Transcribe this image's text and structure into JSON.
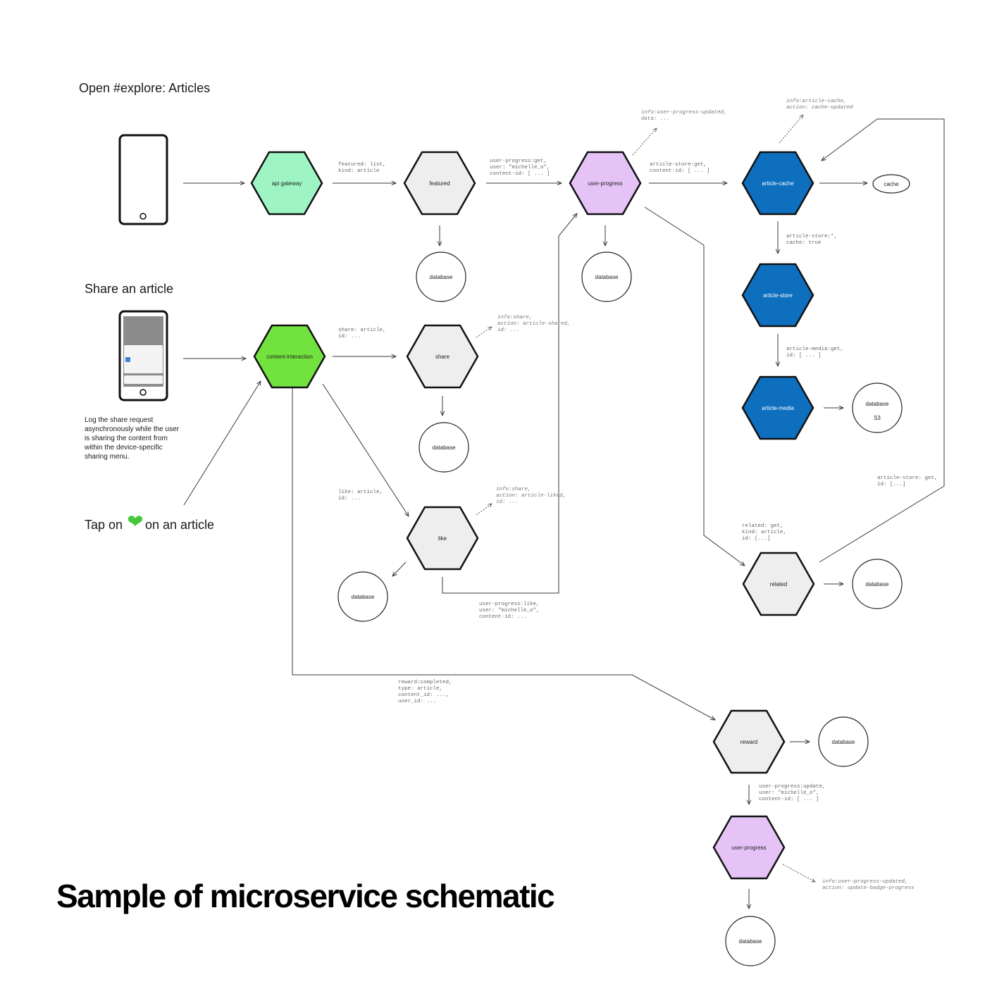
{
  "title": "Sample of microservice schematic",
  "scenarios": {
    "explore": "Open #explore: Articles",
    "share": "Share an article",
    "share_note": [
      "Log the share request",
      "asynchronously while the user",
      "is sharing the content from",
      "within the device-specific",
      "sharing menu."
    ],
    "tap_prefix": "Tap on",
    "tap_suffix": "on an article"
  },
  "colors": {
    "api_gateway": "#9ef5c3",
    "content_interaction": "#72e23f",
    "user_progress": "#e6c3f7",
    "article_blue": "#0e6fbf",
    "neutral": "#eeeeee"
  },
  "nodes": {
    "api_gateway": "api gateway",
    "featured": "featured",
    "user_progress": "user-progress",
    "article_cache": "article-cache",
    "cache": "cache",
    "article_store": "article-store",
    "article_media": "article-media",
    "database": "database",
    "s3": "S3",
    "content_interaction": "content-interaction",
    "share": "share",
    "like": "like",
    "related": "related",
    "reward": "reward",
    "user_progress_2": "user-progress"
  },
  "labels": {
    "featured_req": [
      "featured: list,",
      "kind: article"
    ],
    "up_get": [
      "user-progress:get,",
      "user: \"michelle_o\",",
      "content-id: [ ... ]"
    ],
    "up_event": [
      "info:user-progress-updated,",
      "data: ..."
    ],
    "store_get": [
      "article-store:get,",
      "content-id: [ ... ]"
    ],
    "cache_event": [
      "info:article-cache,",
      "action: cache-updated"
    ],
    "store_cache": [
      "article-store:*,",
      "cache: true"
    ],
    "media_get": [
      "article-media:get,",
      "id: [ ... ]"
    ],
    "share_req": [
      "share: article,",
      "id: ..."
    ],
    "share_event": [
      "info:share,",
      "action: article-shared,",
      "id: ..."
    ],
    "like_req": [
      "like: article,",
      "id: ..."
    ],
    "like_event": [
      "info:share,",
      "action: article-liked,",
      "id: ..."
    ],
    "up_like": [
      "user-progress:like,",
      "user: \"michelle_o\",",
      "content-id: ..."
    ],
    "related_req": [
      "related: get,",
      "kind: article,",
      "id: [...]"
    ],
    "store_get_id": [
      "article-store: get,",
      "id: [...]"
    ],
    "reward_req": [
      "reward:completed,",
      "type: article,",
      "content_id: ...,",
      "user_id: ..."
    ],
    "up_update": [
      "user-progress:update,",
      "user: \"michelle_o\",",
      "content-id: [ ... ]"
    ],
    "badge_event": [
      "info:user-progress-updated,",
      "action: update-badge-progress"
    ]
  }
}
